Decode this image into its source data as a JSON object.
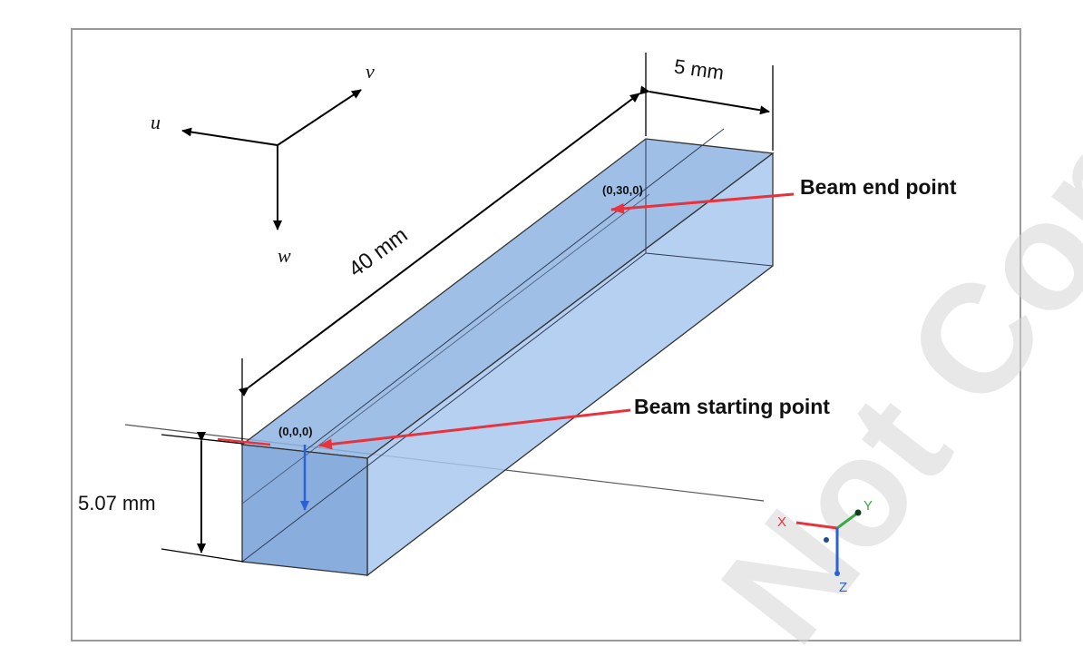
{
  "axes_uvw": {
    "u": "u",
    "v": "v",
    "w": "w"
  },
  "dimensions": {
    "width": "5 mm",
    "length": "40 mm",
    "height": "5.07 mm"
  },
  "points": {
    "end_coord": "(0,30,0)",
    "start_coord": "(0,0,0)"
  },
  "callouts": {
    "end": "Beam end point",
    "start": "Beam starting point"
  },
  "triad": {
    "x": "X",
    "y": "Y",
    "z": "Z"
  },
  "watermark": "Not Copyedited",
  "colors": {
    "frame": "#9a9a9a",
    "beam_top": "#8fb4e3",
    "beam_front": "#7ca4d8",
    "beam_side": "#a9c8ee",
    "red_arrow": "#e8323c",
    "blue_arrow": "#2b62d1",
    "triad_green": "#3aa843"
  }
}
